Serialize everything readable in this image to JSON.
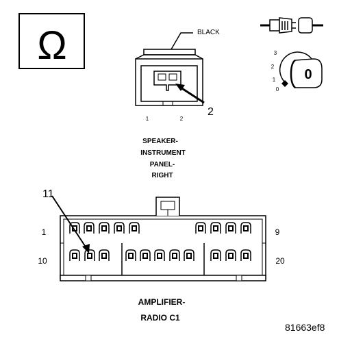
{
  "symbols": {
    "ohm": "Ω",
    "ignition_position": "0",
    "ignition_steps": [
      "3",
      "2",
      "1",
      "0"
    ]
  },
  "speaker_connector": {
    "color_label": "BLACK",
    "callout": "2",
    "pin_labels": [
      "1",
      "2"
    ],
    "name_lines": [
      "SPEAKER-",
      "INSTRUMENT",
      "PANEL-",
      "RIGHT"
    ]
  },
  "amplifier_connector": {
    "callout": "11",
    "row_labels": [
      "1",
      "9",
      "10",
      "20"
    ],
    "name_lines": [
      "AMPLIFIER-",
      "RADIO C1"
    ]
  },
  "figure_id": "81663ef8",
  "colors": {
    "line": "#000000",
    "background": "#ffffff"
  }
}
